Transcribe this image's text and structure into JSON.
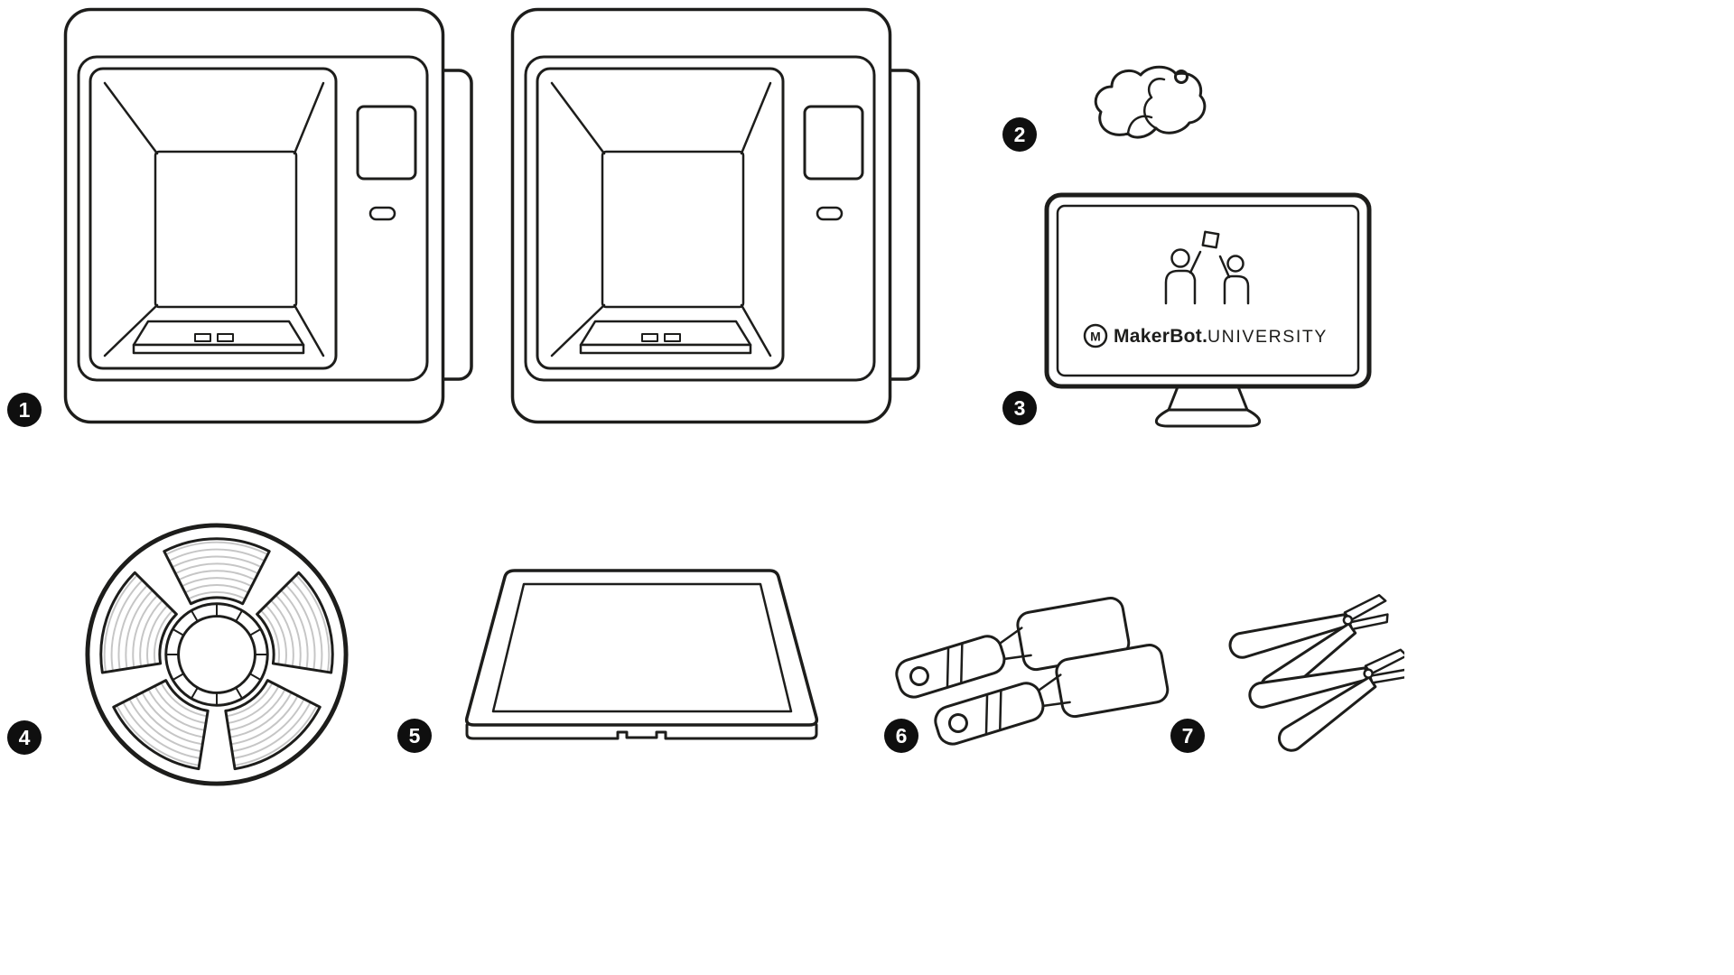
{
  "diagram": {
    "background": "#ffffff",
    "line_color": "#1d1d1b",
    "filament_arc_color": "#c6c6c6",
    "badge_bg": "#0f0f0f",
    "badge_fg": "#ffffff",
    "badges": [
      "1",
      "2",
      "3",
      "4",
      "5",
      "6",
      "7"
    ],
    "monitor_screen": {
      "logo_letter": "M",
      "brand": "MakerBot.",
      "suffix": "UNIVERSITY"
    }
  }
}
